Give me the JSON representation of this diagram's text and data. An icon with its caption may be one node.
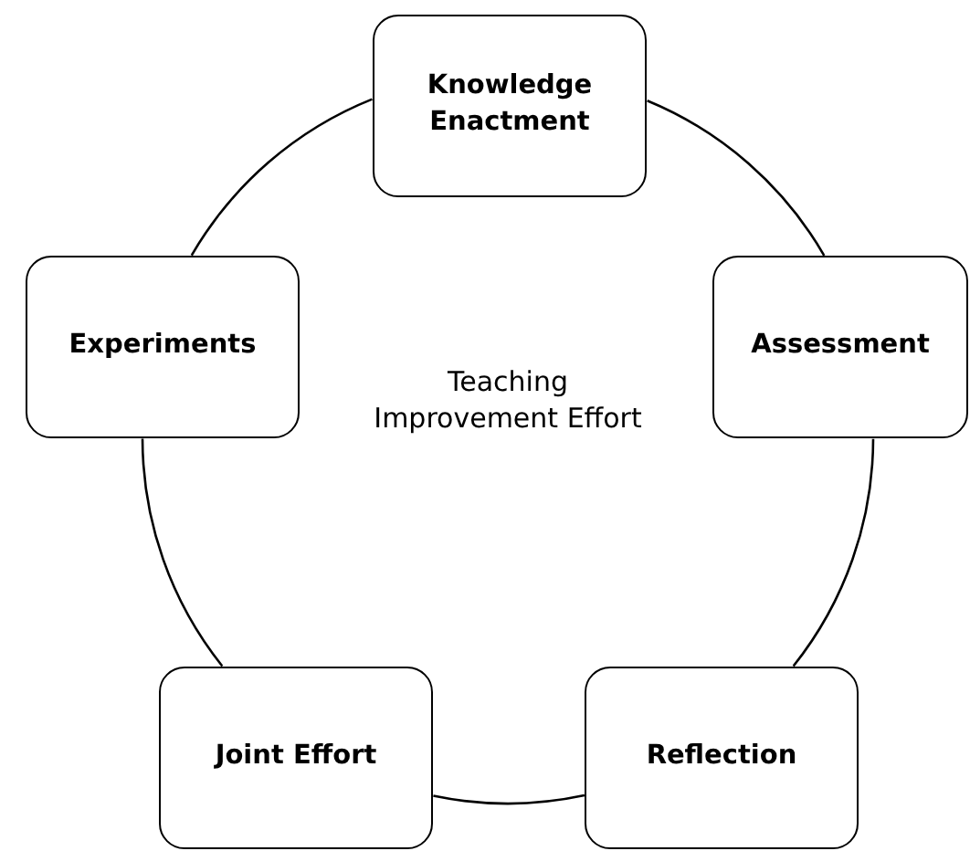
{
  "diagram": {
    "nodes": [
      {
        "text": [
          "Knowledge Enactment"
        ]
      },
      {
        "text": [
          "Experiments"
        ]
      },
      {
        "text": [
          "Assessment"
        ]
      },
      {
        "text": [
          "Joint Effort"
        ]
      },
      {
        "text": [
          "Reflection"
        ]
      }
    ],
    "edges": [
      {
        "from": 0,
        "to": 2,
        "arrow": "none"
      },
      {
        "from": 2,
        "to": 4,
        "arrow": "none"
      },
      {
        "from": 4,
        "to": 3,
        "arrow": "none"
      },
      {
        "from": 3,
        "to": 1,
        "arrow": "none"
      },
      {
        "from": 1,
        "to": 0,
        "arrow": "none"
      }
    ],
    "labels": [
      "Teaching Improvement Effort"
    ]
  }
}
